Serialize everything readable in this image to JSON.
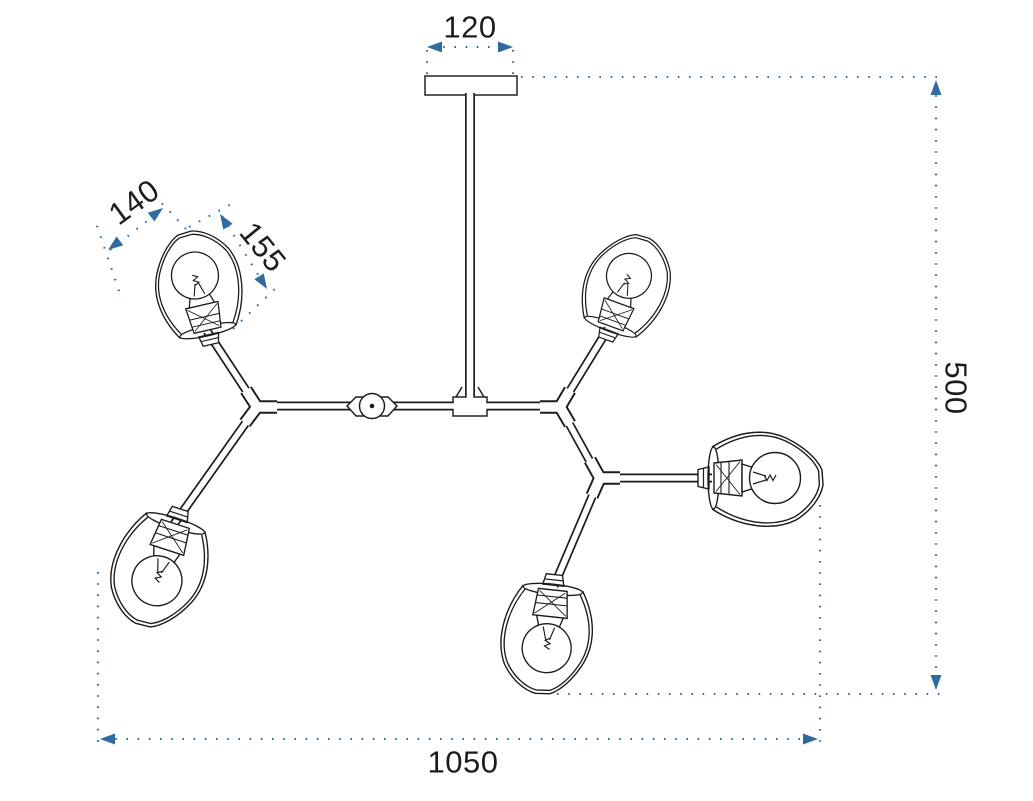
{
  "labels": {
    "canopy_width": "120",
    "shade_width": "140",
    "shade_depth": "155",
    "overall_height": "500",
    "overall_width": "1050"
  },
  "style": {
    "dimension_color": "#2f6b9e",
    "outline_color": "#1c1c1c",
    "background_color": "#ffffff"
  }
}
